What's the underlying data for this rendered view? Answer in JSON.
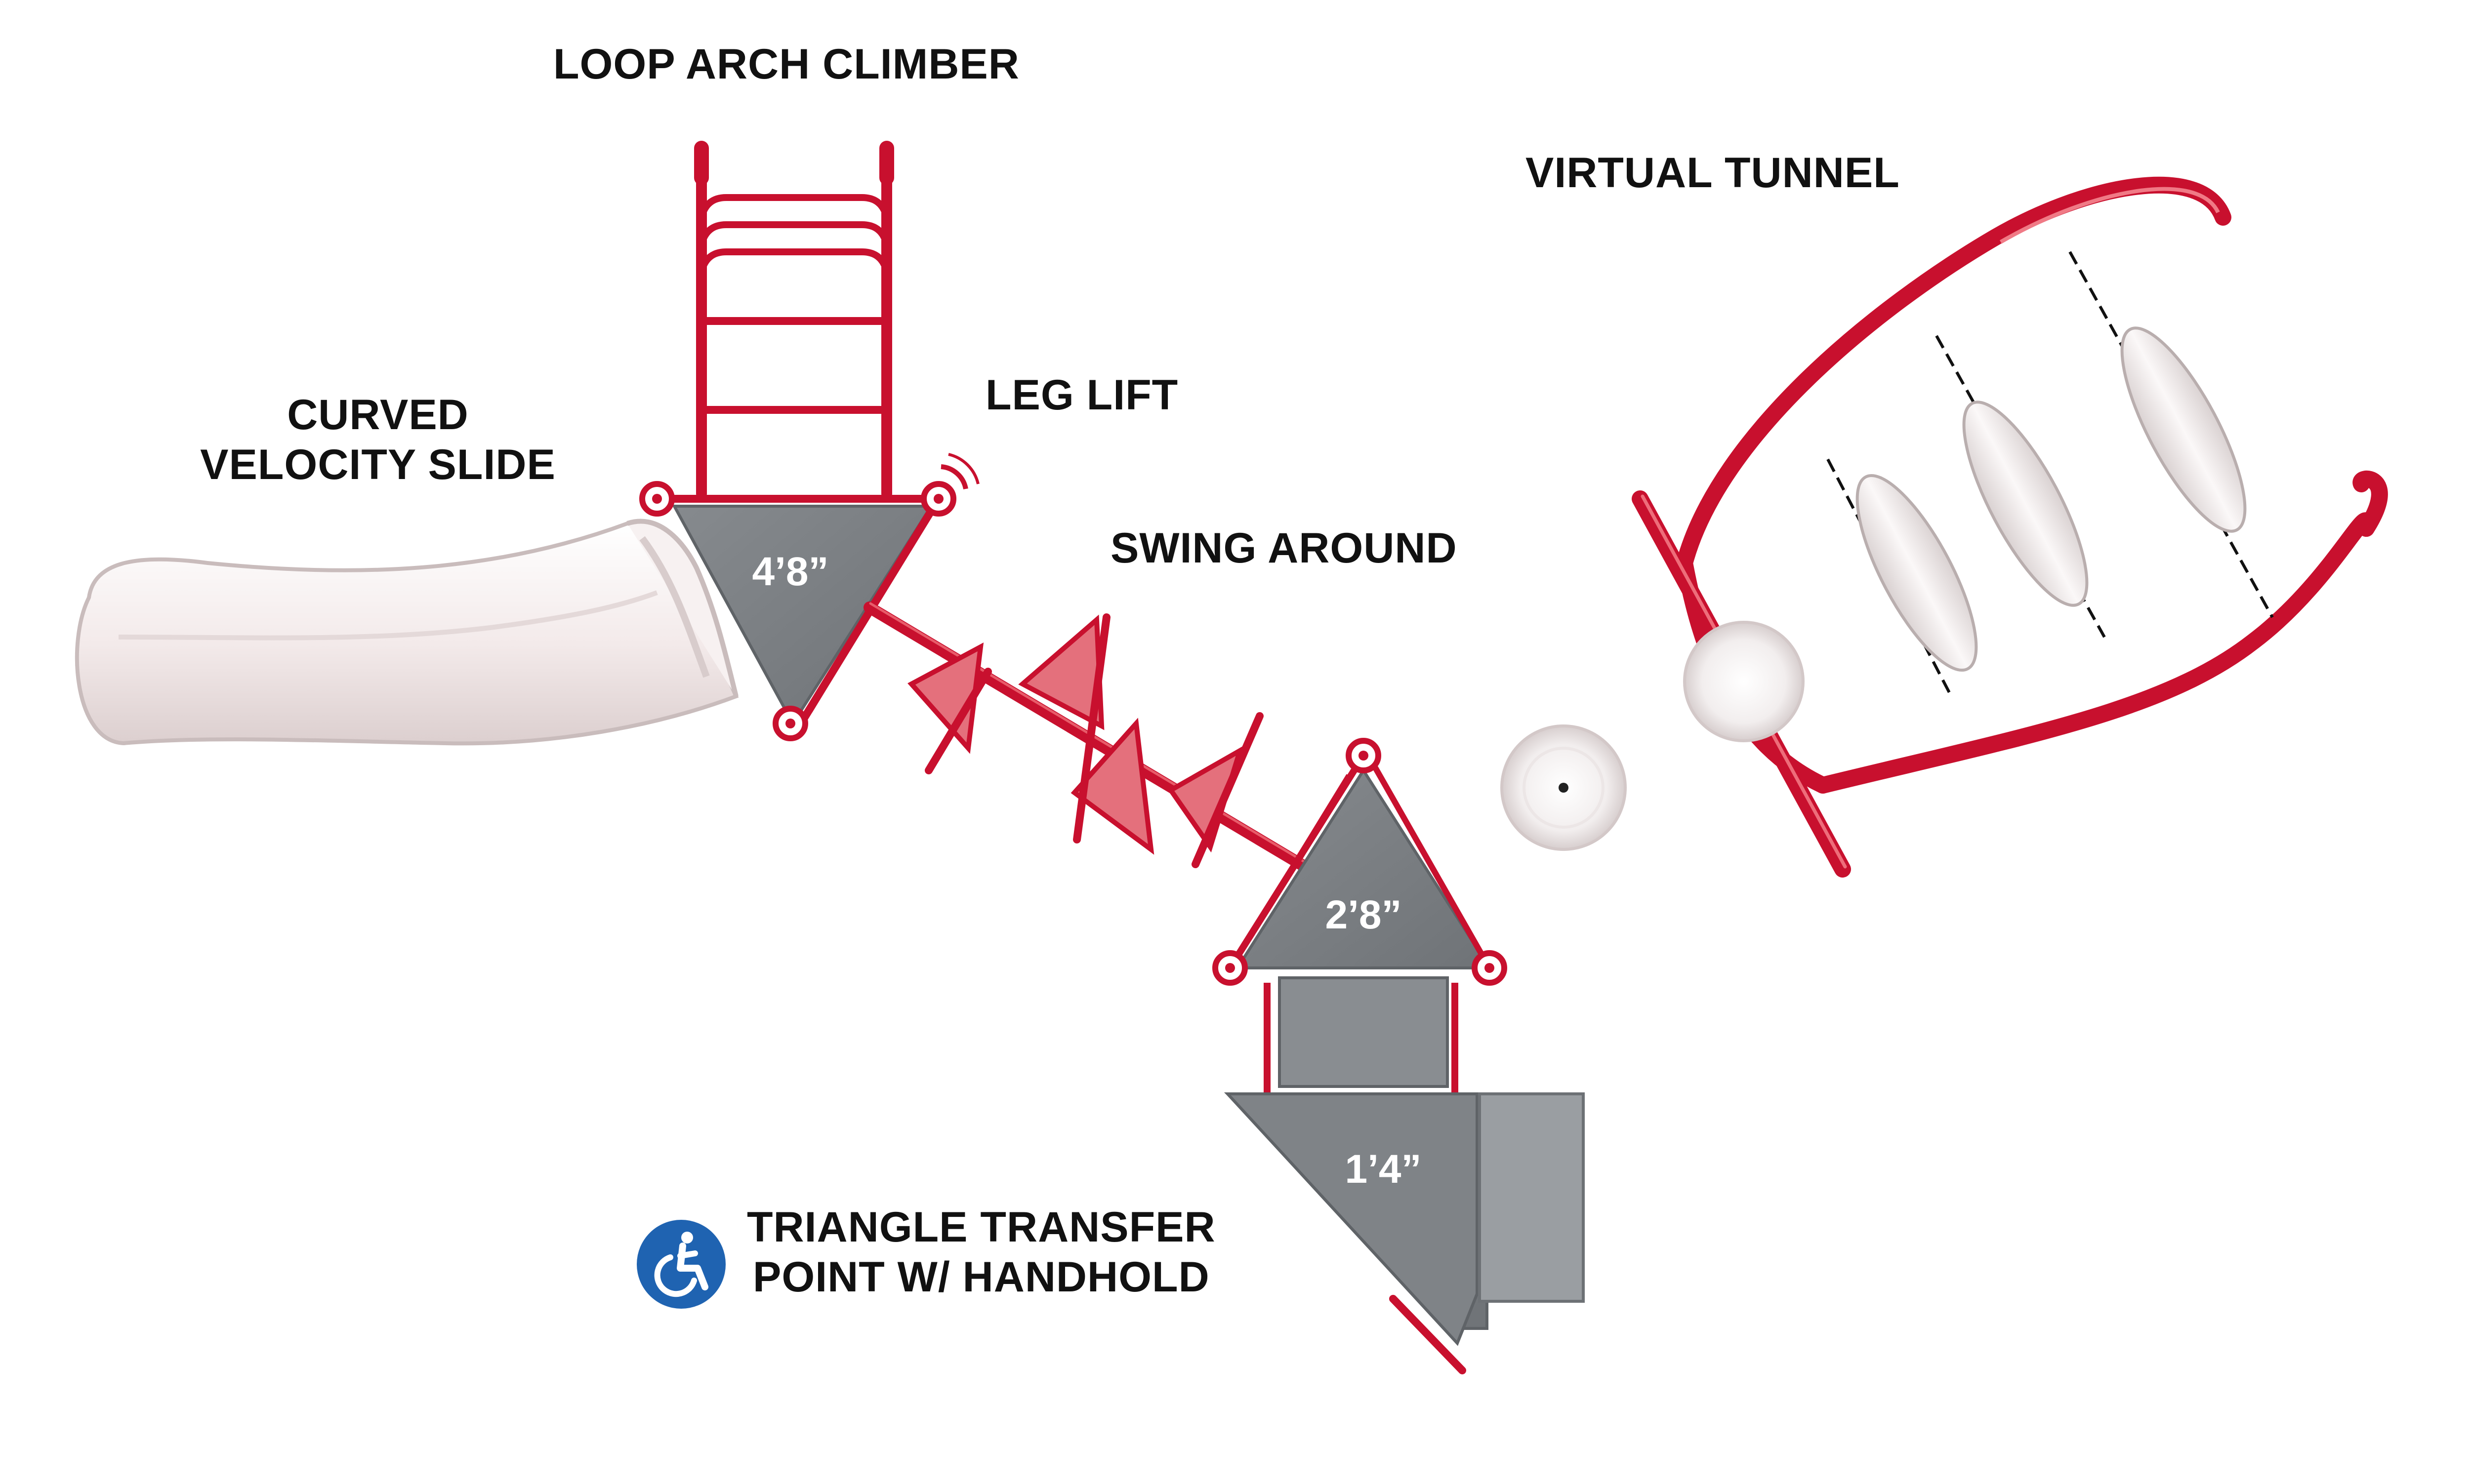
{
  "labels": {
    "loop_arch_climber": "LOOP ARCH CLIMBER",
    "virtual_tunnel": "VIRTUAL TUNNEL",
    "curved_velocity_slide": [
      "CURVED",
      "VELOCITY SLIDE"
    ],
    "leg_lift": "LEG LIFT",
    "swing_around": "SWING AROUND",
    "triangle_transfer": [
      "TRIANGLE TRANSFER",
      "POINT W/ HANDHOLD"
    ]
  },
  "deck_heights": {
    "upper": "4’8”",
    "middle": "2’8”",
    "lower": "1’4”"
  },
  "icons": {
    "accessibility": "wheelchair-accessible-icon"
  },
  "colors": {
    "structure_red": "#c8102e",
    "deck_gray": "#7d8185",
    "slide_white": "#f4eeee",
    "accessibility_blue": "#1f63b1"
  }
}
